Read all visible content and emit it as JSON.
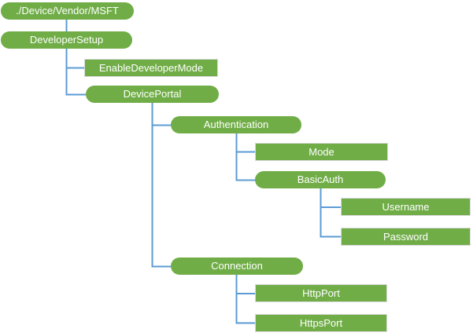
{
  "diagram": {
    "colors": {
      "node_fill": "#70AD47",
      "node_text": "#FFFFFF",
      "connector": "#5B9BD5",
      "rect_border": "#D9D9D9",
      "background": "#FFFFFF"
    },
    "nodes": [
      {
        "id": "root",
        "label": "./Device/Vendor/MSFT",
        "shape": "pill",
        "parent": null
      },
      {
        "id": "developer-setup",
        "label": "DeveloperSetup",
        "shape": "pill",
        "parent": "root"
      },
      {
        "id": "enable-developer-mode",
        "label": "EnableDeveloperMode",
        "shape": "rect",
        "parent": "developer-setup"
      },
      {
        "id": "device-portal",
        "label": "DevicePortal",
        "shape": "pill",
        "parent": "developer-setup"
      },
      {
        "id": "authentication",
        "label": "Authentication",
        "shape": "pill",
        "parent": "device-portal"
      },
      {
        "id": "mode",
        "label": "Mode",
        "shape": "rect",
        "parent": "authentication"
      },
      {
        "id": "basic-auth",
        "label": "BasicAuth",
        "shape": "pill",
        "parent": "authentication"
      },
      {
        "id": "username",
        "label": "Username",
        "shape": "rect",
        "parent": "basic-auth"
      },
      {
        "id": "password",
        "label": "Password",
        "shape": "rect",
        "parent": "basic-auth"
      },
      {
        "id": "connection",
        "label": "Connection",
        "shape": "pill",
        "parent": "device-portal"
      },
      {
        "id": "http-port",
        "label": "HttpPort",
        "shape": "rect",
        "parent": "connection"
      },
      {
        "id": "https-port",
        "label": "HttpsPort",
        "shape": "rect",
        "parent": "connection"
      }
    ]
  }
}
